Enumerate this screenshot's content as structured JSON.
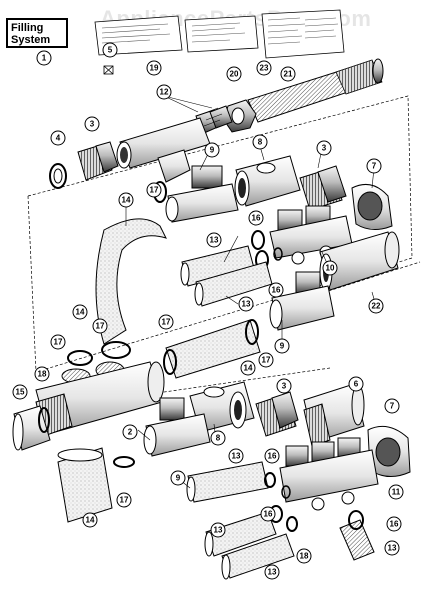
{
  "diagram": {
    "title_line1": "Filling",
    "title_line2": "System",
    "watermark": "AppliancePartsPros.com",
    "callouts": [
      "1",
      "2",
      "3",
      "3",
      "3",
      "4",
      "5",
      "6",
      "7",
      "7",
      "8",
      "8",
      "9",
      "9",
      "9",
      "10",
      "11",
      "12",
      "13",
      "13",
      "13",
      "13",
      "13",
      "13",
      "14",
      "14",
      "14",
      "14",
      "15",
      "16",
      "16",
      "16",
      "16",
      "16",
      "17",
      "17",
      "17",
      "17",
      "17",
      "17",
      "18",
      "18",
      "19",
      "20",
      "21",
      "22",
      "23"
    ]
  }
}
